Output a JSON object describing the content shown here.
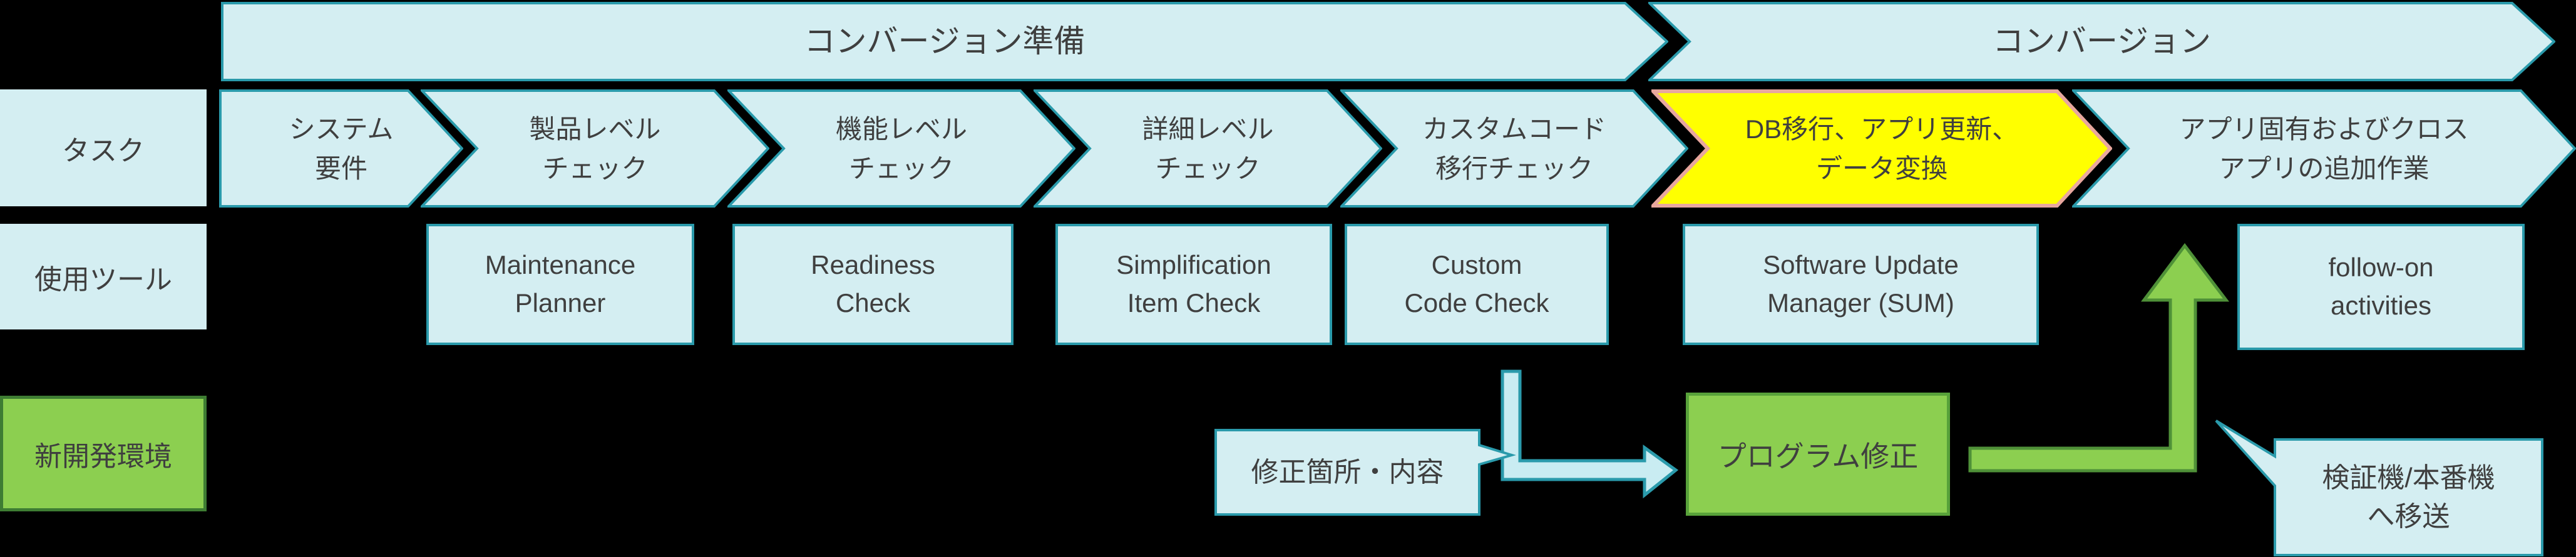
{
  "diagram": {
    "title_phases": [
      {
        "label": "コンバージョン準備"
      },
      {
        "label": "コンバージョン"
      }
    ],
    "row_labels": {
      "tasks": "タスク",
      "tools": "使用ツール",
      "dev_env": "新開発環境"
    },
    "tasks": [
      {
        "label": "システム\n要件",
        "highlighted": false
      },
      {
        "label": "製品レベル\nチェック",
        "highlighted": false
      },
      {
        "label": "機能レベル\nチェック",
        "highlighted": false
      },
      {
        "label": "詳細レベル\nチェック",
        "highlighted": false
      },
      {
        "label": "カスタムコード\n移行チェック",
        "highlighted": false
      },
      {
        "label": "DB移行、アプリ更新、\nデータ変換",
        "highlighted": true
      },
      {
        "label": "アプリ固有およびクロス\nアプリの追加作業",
        "highlighted": false
      }
    ],
    "tools": [
      {
        "label": "Maintenance\nPlanner"
      },
      {
        "label": "Readiness\nCheck"
      },
      {
        "label": "Simplification\nItem Check"
      },
      {
        "label": "Custom\nCode Check"
      },
      {
        "label": "Software Update\nManager (SUM)"
      },
      {
        "label": "follow-on\nactivities"
      }
    ],
    "dev_env": {
      "note": "修正箇所・内容",
      "action": "プログラム修正",
      "transfer": "検証機/本番機\nへ移送"
    },
    "colors": {
      "background": "#000000",
      "cyan_fill": "#d4eef2",
      "teal_border": "#2a9aab",
      "highlight_fill": "#ffff00",
      "highlight_border": "#e8a79e",
      "green_fill": "#8ccf50",
      "green_border": "#4f9138",
      "arrow_cyan_fill": "#c9ecf2",
      "text": "#3f3f3f"
    }
  }
}
